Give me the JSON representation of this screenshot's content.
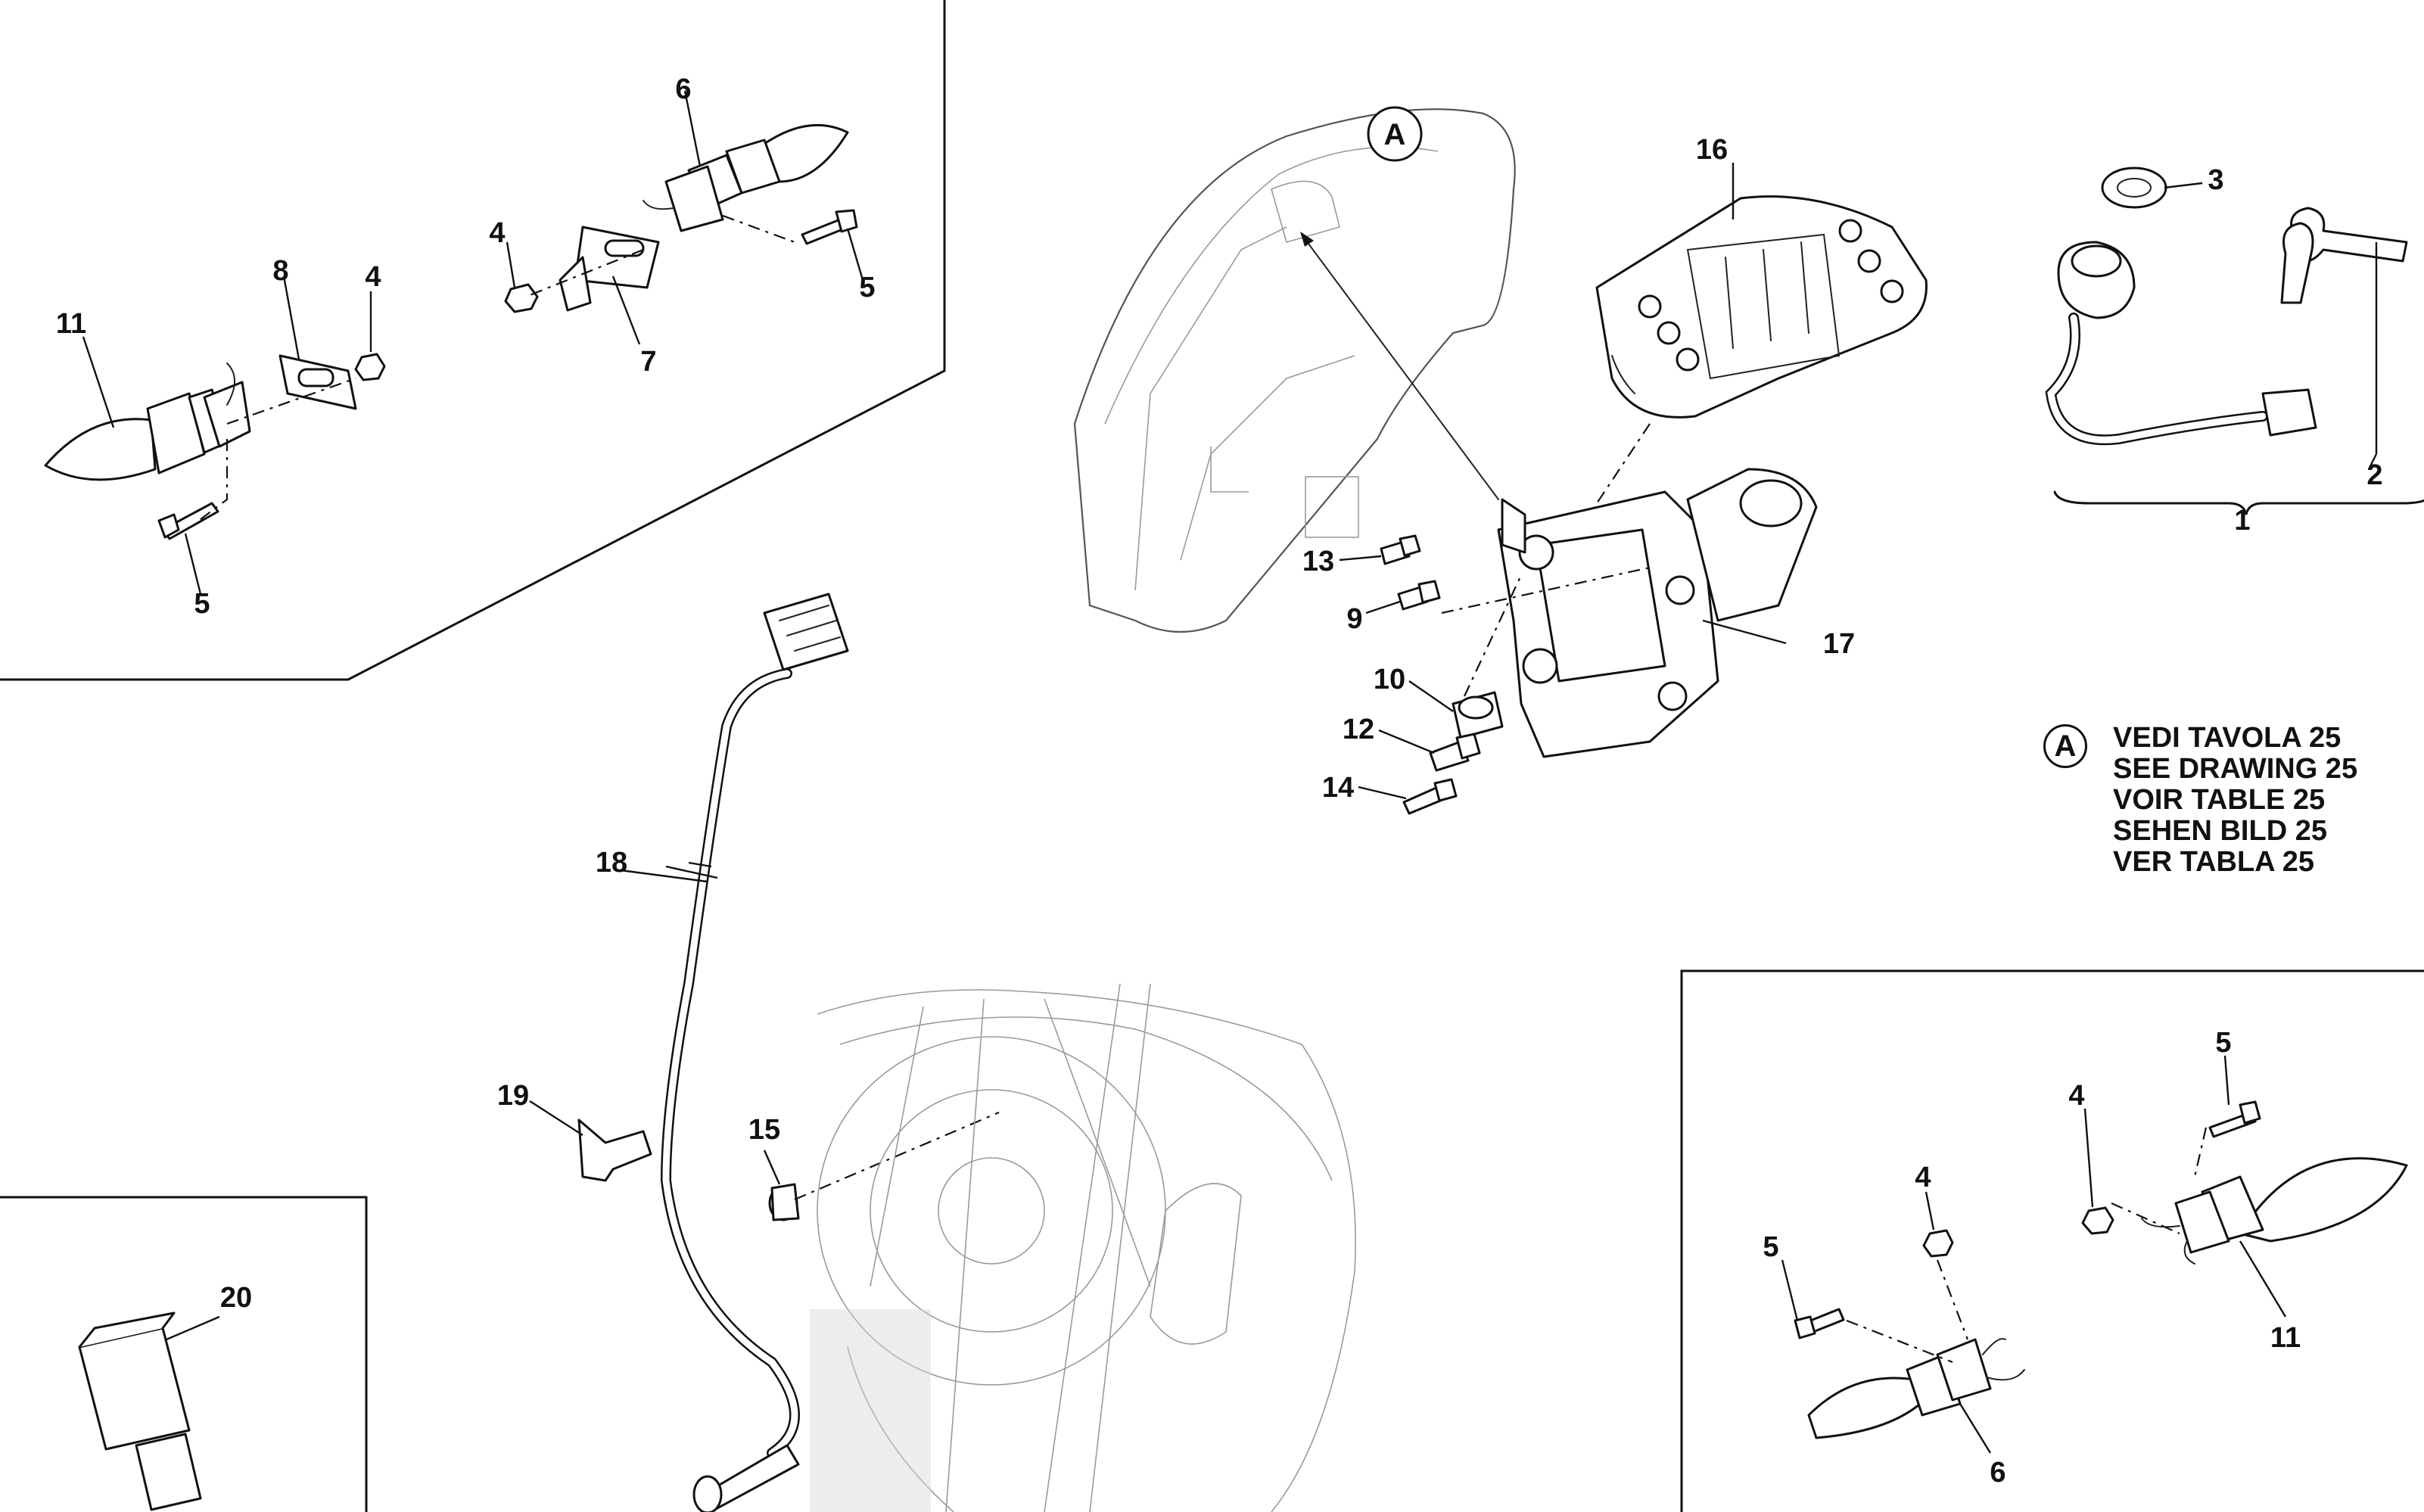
{
  "callouts": {
    "c1": "1",
    "c2": "2",
    "c3": "3",
    "c4a": "4",
    "c4b": "4",
    "c4c": "4",
    "c4d": "4",
    "c5a": "5",
    "c5b": "5",
    "c5c": "5",
    "c5d": "5",
    "c6a": "6",
    "c6b": "6",
    "c7": "7",
    "c8": "8",
    "c9": "9",
    "c10": "10",
    "c11a": "11",
    "c11b": "11",
    "c12": "12",
    "c13": "13",
    "c14": "14",
    "c15": "15",
    "c16": "16",
    "c17": "17",
    "c18": "18",
    "c19": "19",
    "c20": "20"
  },
  "reference_marker": "A",
  "legend": {
    "marker": "A",
    "lines": [
      "VEDI TAVOLA 25",
      "SEE DRAWING 25",
      "VOIR TABLE 25",
      "SEHEN BILD 25",
      "VER TABLA 25"
    ]
  }
}
